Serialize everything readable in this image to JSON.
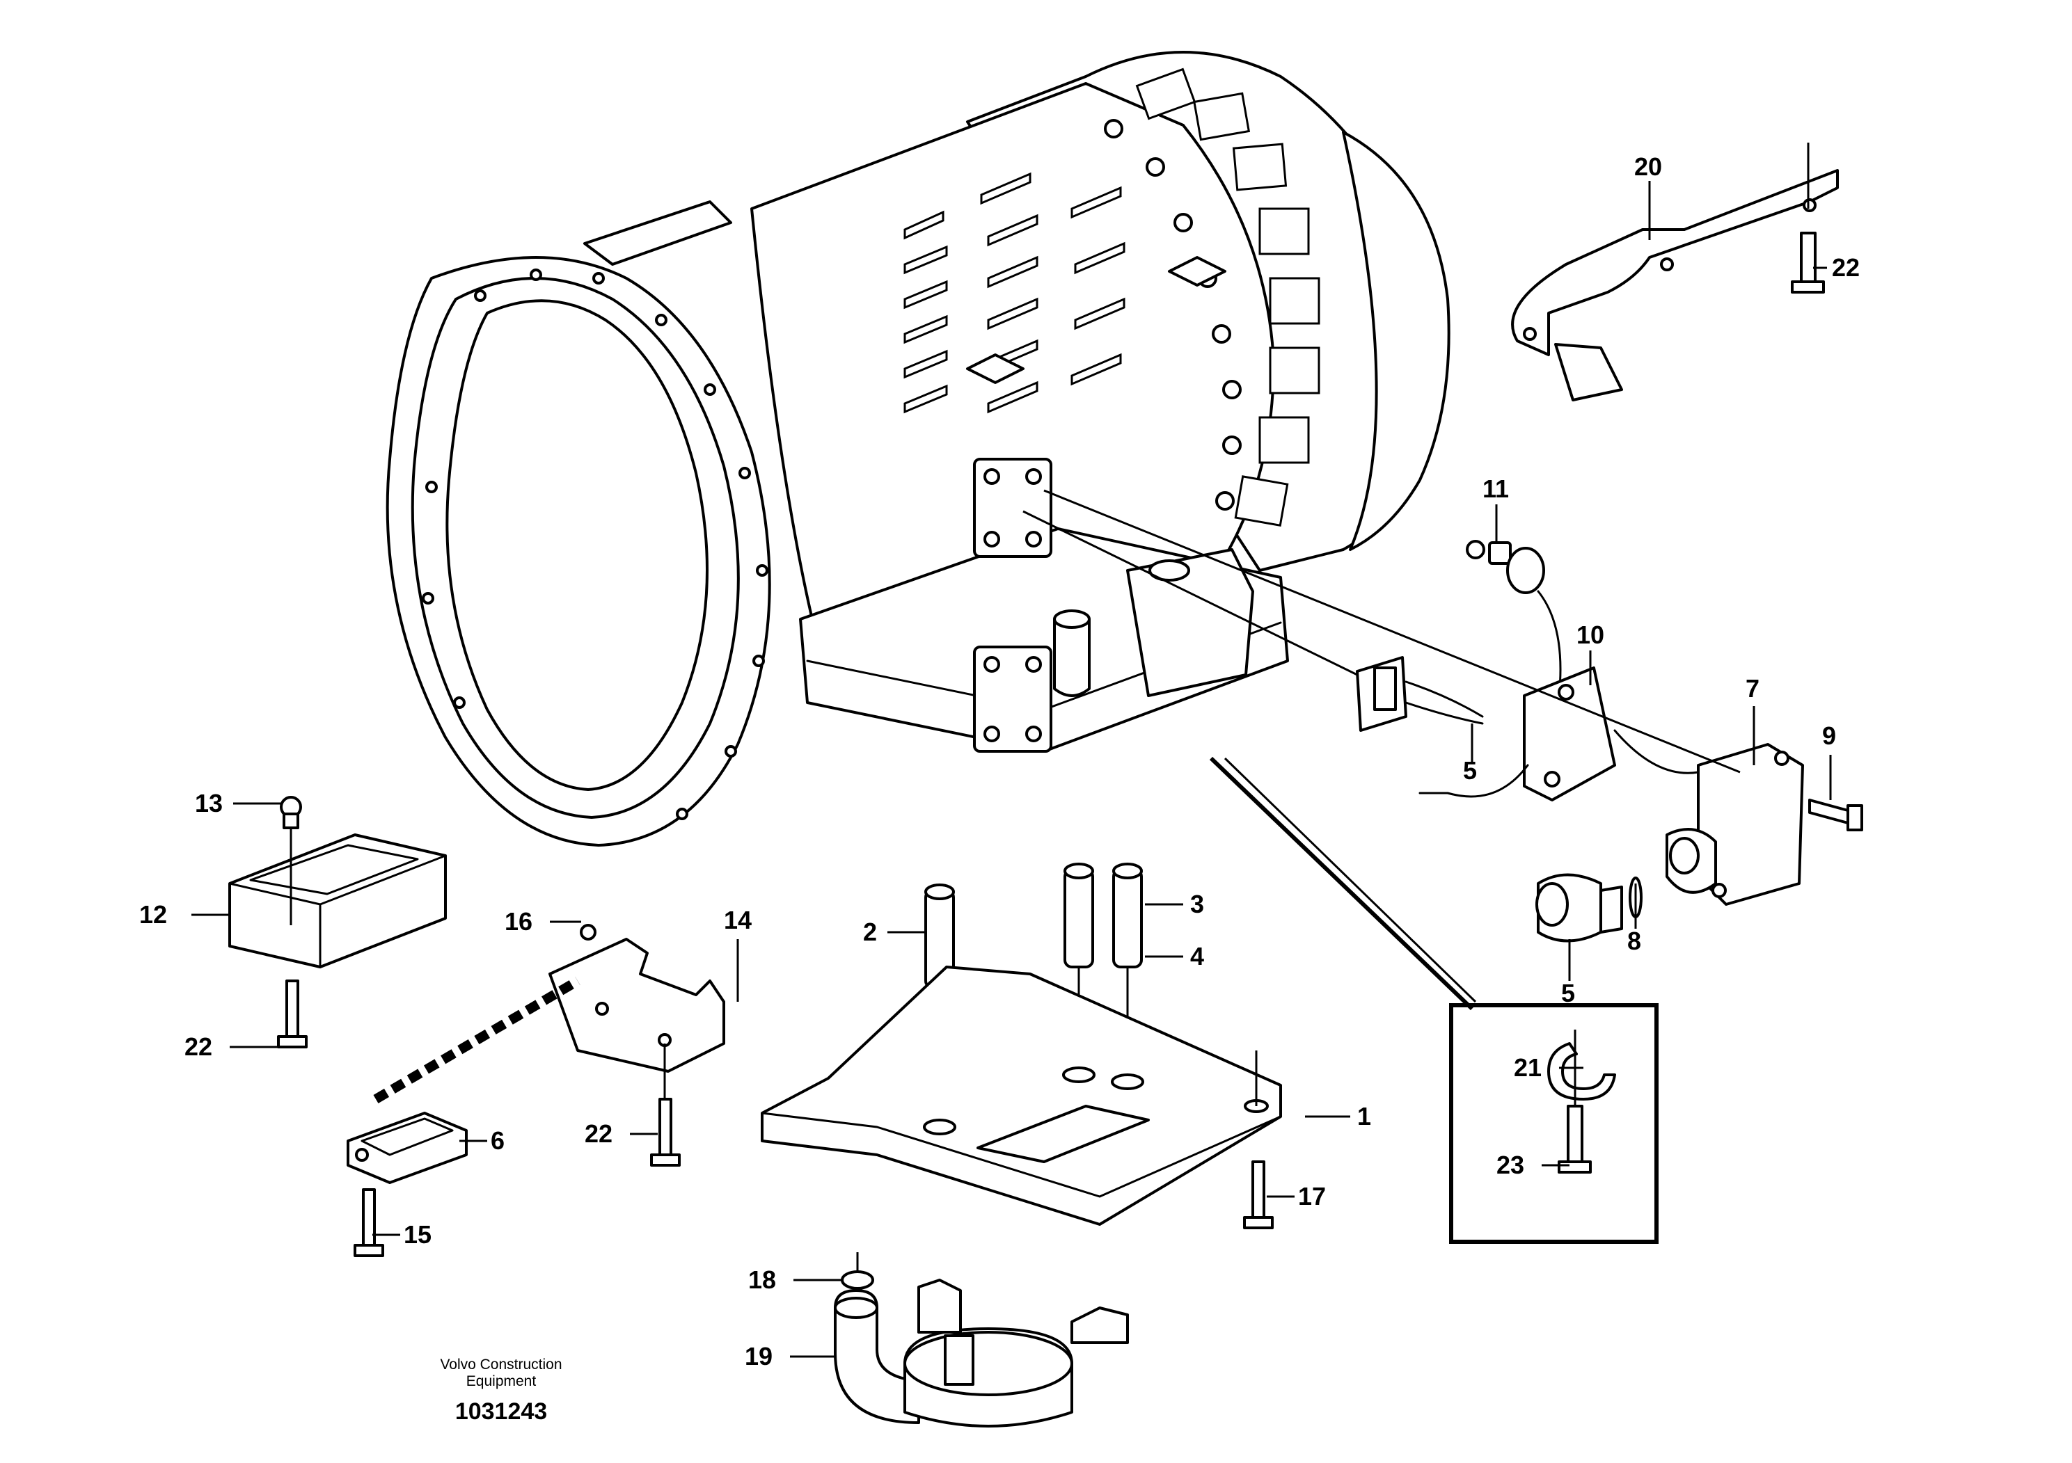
{
  "callouts": {
    "c1": "1",
    "c2": "2",
    "c3": "3",
    "c4": "4",
    "c5a": "5",
    "c5b": "5",
    "c6": "6",
    "c7": "7",
    "c8": "8",
    "c9": "9",
    "c10": "10",
    "c11": "11",
    "c12": "12",
    "c13": "13",
    "c14": "14",
    "c15": "15",
    "c16": "16",
    "c17": "17",
    "c18": "18",
    "c19": "19",
    "c20": "20",
    "c21": "21",
    "c22a": "22",
    "c22b": "22",
    "c22c": "22",
    "c23": "23"
  },
  "caption": {
    "line1": "Volvo Construction",
    "line2": "Equipment",
    "ref": "1031243"
  }
}
